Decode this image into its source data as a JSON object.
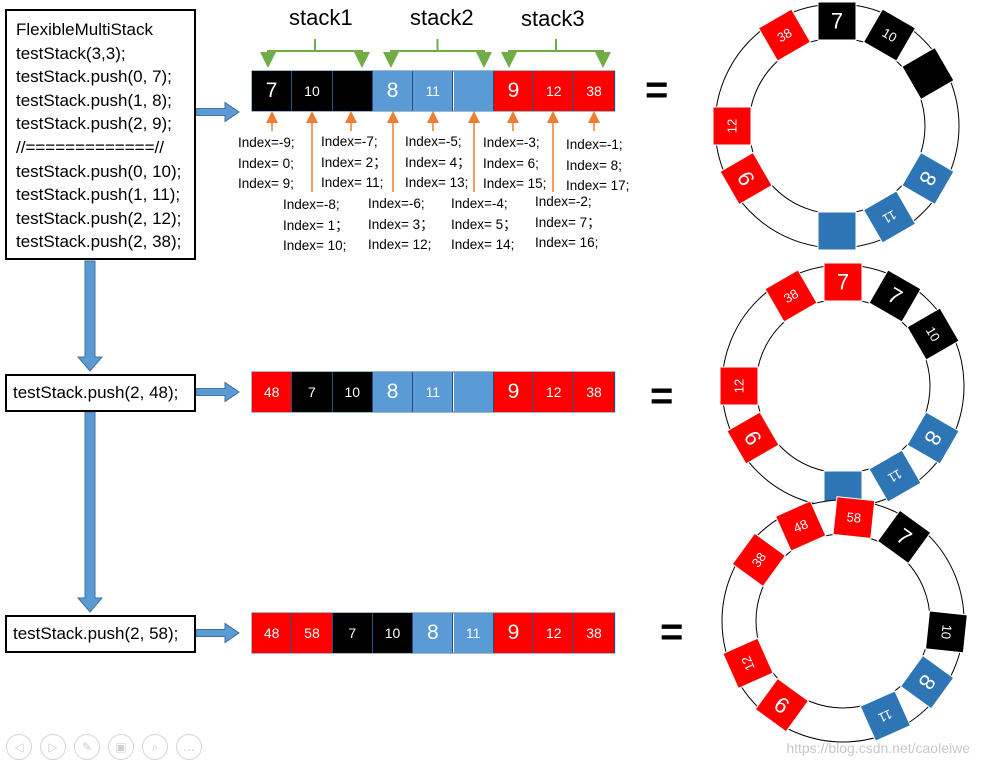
{
  "colors": {
    "black": "#000000",
    "blue": "#2e75b6",
    "lightblue": "#5b9bd5",
    "red": "#ff0000",
    "arrow_blue": "#5b9bd5",
    "brace_green": "#70ad47",
    "index_arrow": "#ed7d31"
  },
  "code_box": {
    "lines": [
      "FlexibleMultiStack",
      "testStack(3,3);",
      "testStack.push(0, 7);",
      "testStack.push(1, 8);",
      "testStack.push(2, 9);",
      "//=============//",
      "testStack.push(0, 10);",
      "testStack.push(1, 11);",
      "testStack.push(2, 12);",
      "testStack.push(2, 38);"
    ]
  },
  "commands": [
    "testStack.push(2, 48);",
    "testStack.push(2, 58);"
  ],
  "stack_labels": [
    "stack1",
    "stack2",
    "stack3"
  ],
  "equals": "=",
  "arrays": [
    {
      "cells": [
        {
          "t": "7",
          "c": "black",
          "big": true
        },
        {
          "t": "10",
          "c": "black"
        },
        {
          "t": "",
          "c": "black"
        },
        {
          "t": "8",
          "c": "lightblue",
          "big": true
        },
        {
          "t": "11",
          "c": "lightblue"
        },
        {
          "t": "",
          "c": "lightblue"
        },
        {
          "t": "9",
          "c": "red",
          "big": true
        },
        {
          "t": "12",
          "c": "red"
        },
        {
          "t": "38",
          "c": "red"
        }
      ]
    },
    {
      "cells": [
        {
          "t": "48",
          "c": "red"
        },
        {
          "t": "7",
          "c": "black"
        },
        {
          "t": "10",
          "c": "black"
        },
        {
          "t": "8",
          "c": "lightblue",
          "big": true
        },
        {
          "t": "11",
          "c": "lightblue"
        },
        {
          "t": "",
          "c": "lightblue"
        },
        {
          "t": "9",
          "c": "red",
          "big": true
        },
        {
          "t": "12",
          "c": "red"
        },
        {
          "t": "38",
          "c": "red"
        }
      ]
    },
    {
      "cells": [
        {
          "t": "48",
          "c": "red"
        },
        {
          "t": "58",
          "c": "red"
        },
        {
          "t": "7",
          "c": "black"
        },
        {
          "t": "10",
          "c": "black"
        },
        {
          "t": "8",
          "c": "lightblue",
          "big": true
        },
        {
          "t": "11",
          "c": "lightblue"
        },
        {
          "t": "9",
          "c": "red",
          "big": true
        },
        {
          "t": "12",
          "c": "red"
        },
        {
          "t": "38",
          "c": "red"
        }
      ]
    }
  ],
  "index_top": [
    [
      "Index=-9;",
      "Index= 0;",
      "Index= 9;"
    ],
    [
      "Index=-7;",
      "Index= 2；",
      "Index= 11;"
    ],
    [
      "Index=-5;",
      "Index= 4；",
      "Index= 13;"
    ],
    [
      "Index=-3;",
      "Index= 6;",
      "Index= 15;"
    ],
    [
      "Index=-1;",
      "Index= 8;",
      "Index= 17;"
    ]
  ],
  "index_bottom": [
    [
      "Index=-8;",
      "Index= 1；",
      "Index= 10;"
    ],
    [
      "Index=-6;",
      "Index= 3；",
      "Index= 12;"
    ],
    [
      "Index=-4;",
      "Index= 5；",
      "Index= 14;"
    ],
    [
      "Index=-2;",
      "Index= 7；",
      "Index= 16;"
    ]
  ],
  "rings": [
    {
      "slots": [
        {
          "t": "7",
          "c": "black"
        },
        {
          "t": "10",
          "c": "black"
        },
        {
          "t": "",
          "c": "black"
        },
        {
          "t": "8",
          "c": "blue"
        },
        {
          "t": "11",
          "c": "blue"
        },
        {
          "t": "",
          "c": "blue"
        },
        {
          "t": "9",
          "c": "red"
        },
        {
          "t": "12",
          "c": "red"
        },
        {
          "t": "38",
          "c": "red"
        }
      ]
    },
    {
      "slots": [
        {
          "t": "7",
          "c": "red"
        },
        {
          "t": "7",
          "c": "black"
        },
        {
          "t": "10",
          "c": "black"
        },
        {
          "t": "8",
          "c": "blue"
        },
        {
          "t": "11",
          "c": "blue"
        },
        {
          "t": "",
          "c": "blue"
        },
        {
          "t": "9",
          "c": "red"
        },
        {
          "t": "12",
          "c": "red"
        },
        {
          "t": "38",
          "c": "red"
        }
      ]
    },
    {
      "slots": [
        {
          "t": "48",
          "c": "red"
        },
        {
          "t": "58",
          "c": "red"
        },
        {
          "t": "7",
          "c": "black"
        },
        {
          "t": "10",
          "c": "black"
        },
        {
          "t": "8",
          "c": "blue"
        },
        {
          "t": "11",
          "c": "blue"
        },
        {
          "t": "9",
          "c": "red"
        },
        {
          "t": "12",
          "c": "red"
        },
        {
          "t": "38",
          "c": "red"
        }
      ]
    }
  ],
  "toolbar_icons": [
    "prev-icon",
    "next-icon",
    "pen-icon",
    "slides-icon",
    "zoom-icon",
    "more-icon"
  ],
  "toolbar_glyphs": [
    "◁",
    "▷",
    "✎",
    "▣",
    "⌕",
    "…"
  ],
  "watermark": "https://blog.csdn.net/caoleiwe"
}
